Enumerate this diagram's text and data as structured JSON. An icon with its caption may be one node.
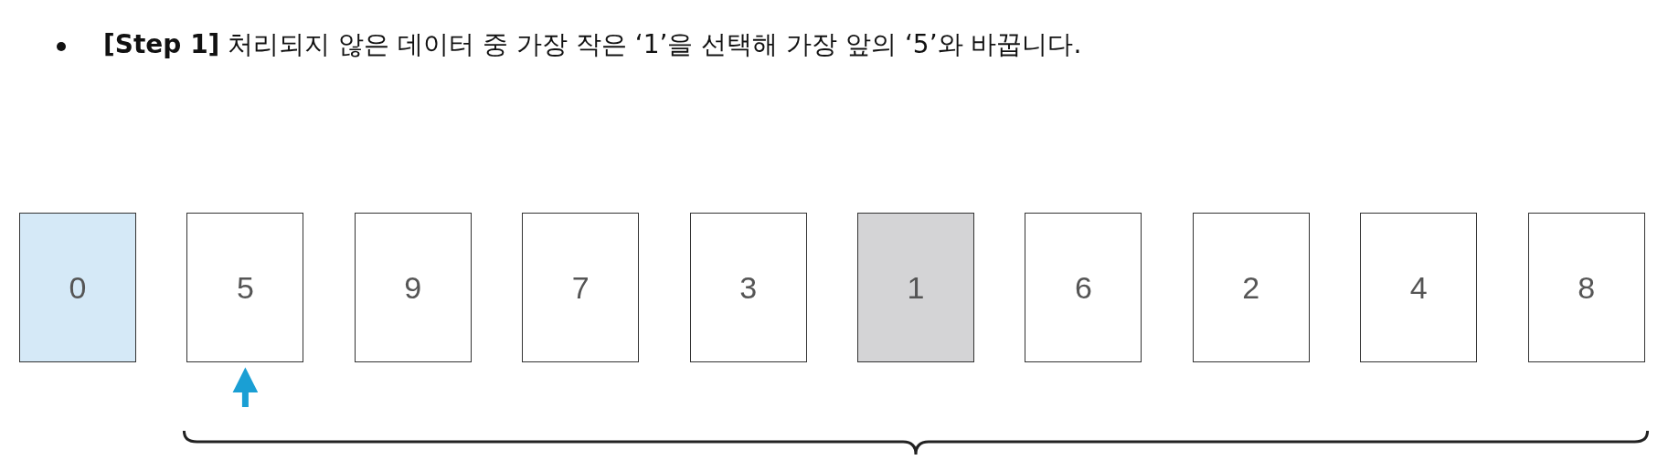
{
  "diagram": {
    "title": "**[Step 1]** 처리되지 않은 데이터 중 가장 작은 ‘1’을 선택해 가장 앞의 ‘5’와 바꿉니다.",
    "nodes": [
      {
        "text": [
          "0"
        ]
      },
      {
        "text": [
          "5"
        ]
      },
      {
        "text": [
          "9"
        ]
      },
      {
        "text": [
          "7"
        ]
      },
      {
        "text": [
          "3"
        ]
      },
      {
        "text": [
          "1"
        ]
      },
      {
        "text": [
          "6"
        ]
      },
      {
        "text": [
          "2"
        ]
      },
      {
        "text": [
          "4"
        ]
      },
      {
        "text": [
          "8"
        ]
      }
    ],
    "edges": [
      {
        "from": null,
        "to": 1,
        "arrow": "to"
      }
    ]
  }
}
